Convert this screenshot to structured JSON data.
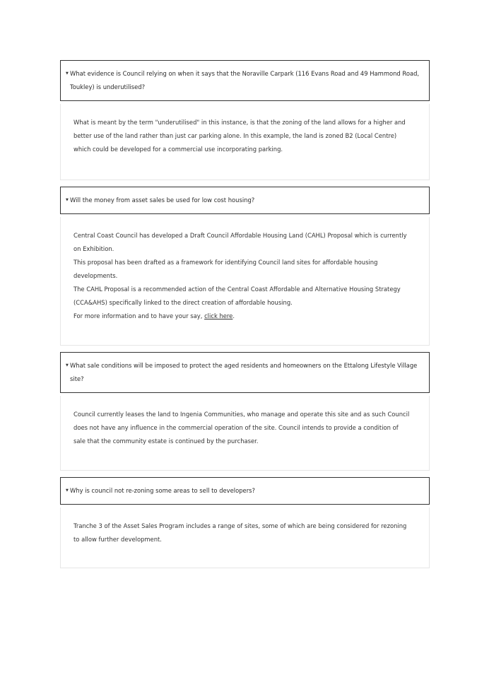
{
  "faq": [
    {
      "question": "What evidence is Council relying on when it says that the Noraville Carpark (116 Evans Road and 49 Hammond Road, Toukley) is underutilised?",
      "answer": "What is meant by the term \"underutilised\" in this instance, is that the zoning of the land allows for a higher and better use of the land rather than just car parking alone. In this example, the land is zoned B2 (Local Centre) which could be developed for a commercial use incorporating parking."
    },
    {
      "question": "Will the money from asset sales be used for low cost housing?",
      "answer_paragraphs": [
        "Central Coast Council has developed a Draft Council Affordable Housing Land (CAHL) Proposal which is currently on Exhibition.",
        "This proposal has been drafted as a framework for identifying Council land sites for affordable housing developments.",
        "The CAHL Proposal is a recommended action of the Central Coast Affordable and Alternative Housing Strategy (CCA&AHS) specifically linked to the direct creation of affordable housing."
      ],
      "answer_link_prefix": "For more information and to have your say, ",
      "answer_link_text": "click here",
      "answer_link_suffix": "."
    },
    {
      "question": "What sale conditions will be imposed to protect the aged residents and homeowners on the Ettalong Lifestyle Village site?",
      "answer": "Council currently leases the land to Ingenia Communities, who manage and operate this site and as such Council does not have any influence in the commercial operation of the site. Council intends to provide a condition of sale that the community estate is continued by the purchaser."
    },
    {
      "question": "Why is council not re-zoning some areas to sell to developers?",
      "answer": "Tranche 3 of the Asset Sales Program includes a range of sites, some of which are being considered for rezoning to allow further development."
    }
  ]
}
